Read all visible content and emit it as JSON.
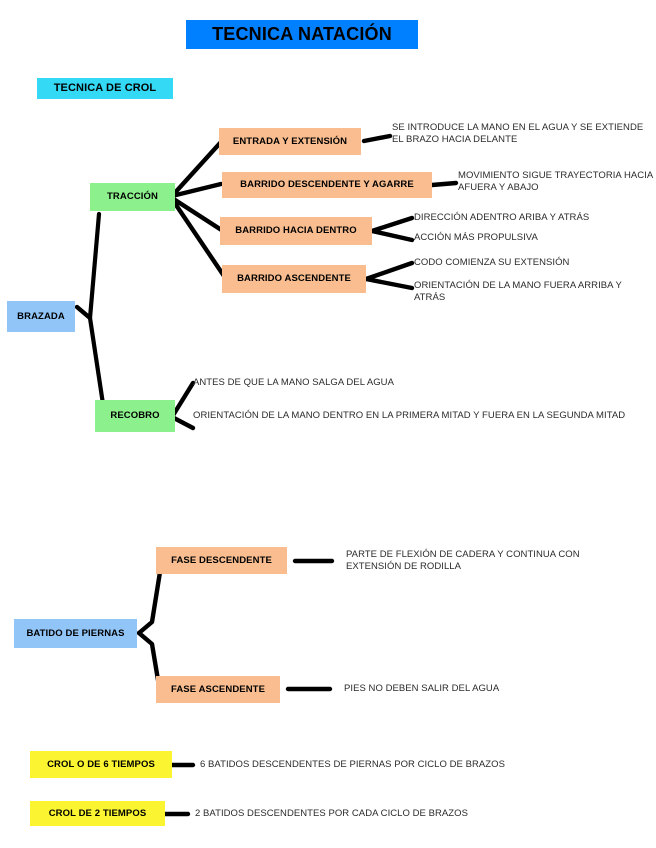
{
  "document": {
    "title": "TECNICA NATACIÓN",
    "subtitle": "TECNICA DE CROL"
  },
  "colors": {
    "title_bg": "#0080ff",
    "subtitle_bg": "#34d9f5",
    "root_bg": "#92c5f7",
    "branch_bg": "#8cf08c",
    "leaf_bg": "#f9bd8f",
    "note_bg": "#fbf531",
    "connector": "#000000",
    "text": "#000000"
  },
  "brazada": {
    "root_label": "BRAZADA",
    "branches": [
      {
        "label": "TRACCIÓN",
        "children": [
          {
            "label": "ENTRADA Y EXTENSIÓN",
            "notes": [
              "SE INTRODUCE LA MANO EN EL AGUA Y SE EXTIENDE EL BRAZO HACIA DELANTE"
            ]
          },
          {
            "label": "BARRIDO DESCENDENTE Y AGARRE",
            "notes": [
              "MOVIMIENTO SIGUE TRAYECTORIA HACIA AFUERA Y ABAJO"
            ]
          },
          {
            "label": "BARRIDO HACIA DENTRO",
            "notes": [
              "DIRECCIÓN ADENTRO ARIBA Y ATRÁS",
              "ACCIÓN MÁS PROPULSIVA"
            ]
          },
          {
            "label": "BARRIDO ASCENDENTE",
            "notes": [
              "CODO COMIENZA SU EXTENSIÓN",
              "ORIENTACIÓN DE LA MANO FUERA ARRIBA Y ATRÁS"
            ]
          }
        ]
      },
      {
        "label": "RECOBRO",
        "children": [],
        "notes": [
          "ANTES DE QUE LA MANO SALGA DEL AGUA",
          "ORIENTACIÓN DE LA MANO DENTRO EN LA PRIMERA MITAD Y FUERA EN LA SEGUNDA MITAD"
        ]
      }
    ]
  },
  "batido": {
    "root_label": "BATIDO DE PIERNAS",
    "children": [
      {
        "label": "FASE DESCENDENTE",
        "notes": [
          "PARTE DE FLEXIÓN DE CADERA Y CONTINUA CON EXTENSIÓN DE RODILLA"
        ]
      },
      {
        "label": "FASE ASCENDENTE",
        "notes": [
          "PIES NO DEBEN SALIR DEL AGUA"
        ]
      }
    ]
  },
  "tiempos": [
    {
      "label": "CROL O DE 6 TIEMPOS",
      "note": "6 BATIDOS DESCENDENTES DE PIERNAS POR CICLO DE BRAZOS"
    },
    {
      "label": "CROL DE 2 TIEMPOS",
      "note": "2 BATIDOS DESCENDENTES POR CADA CICLO DE BRAZOS"
    }
  ]
}
